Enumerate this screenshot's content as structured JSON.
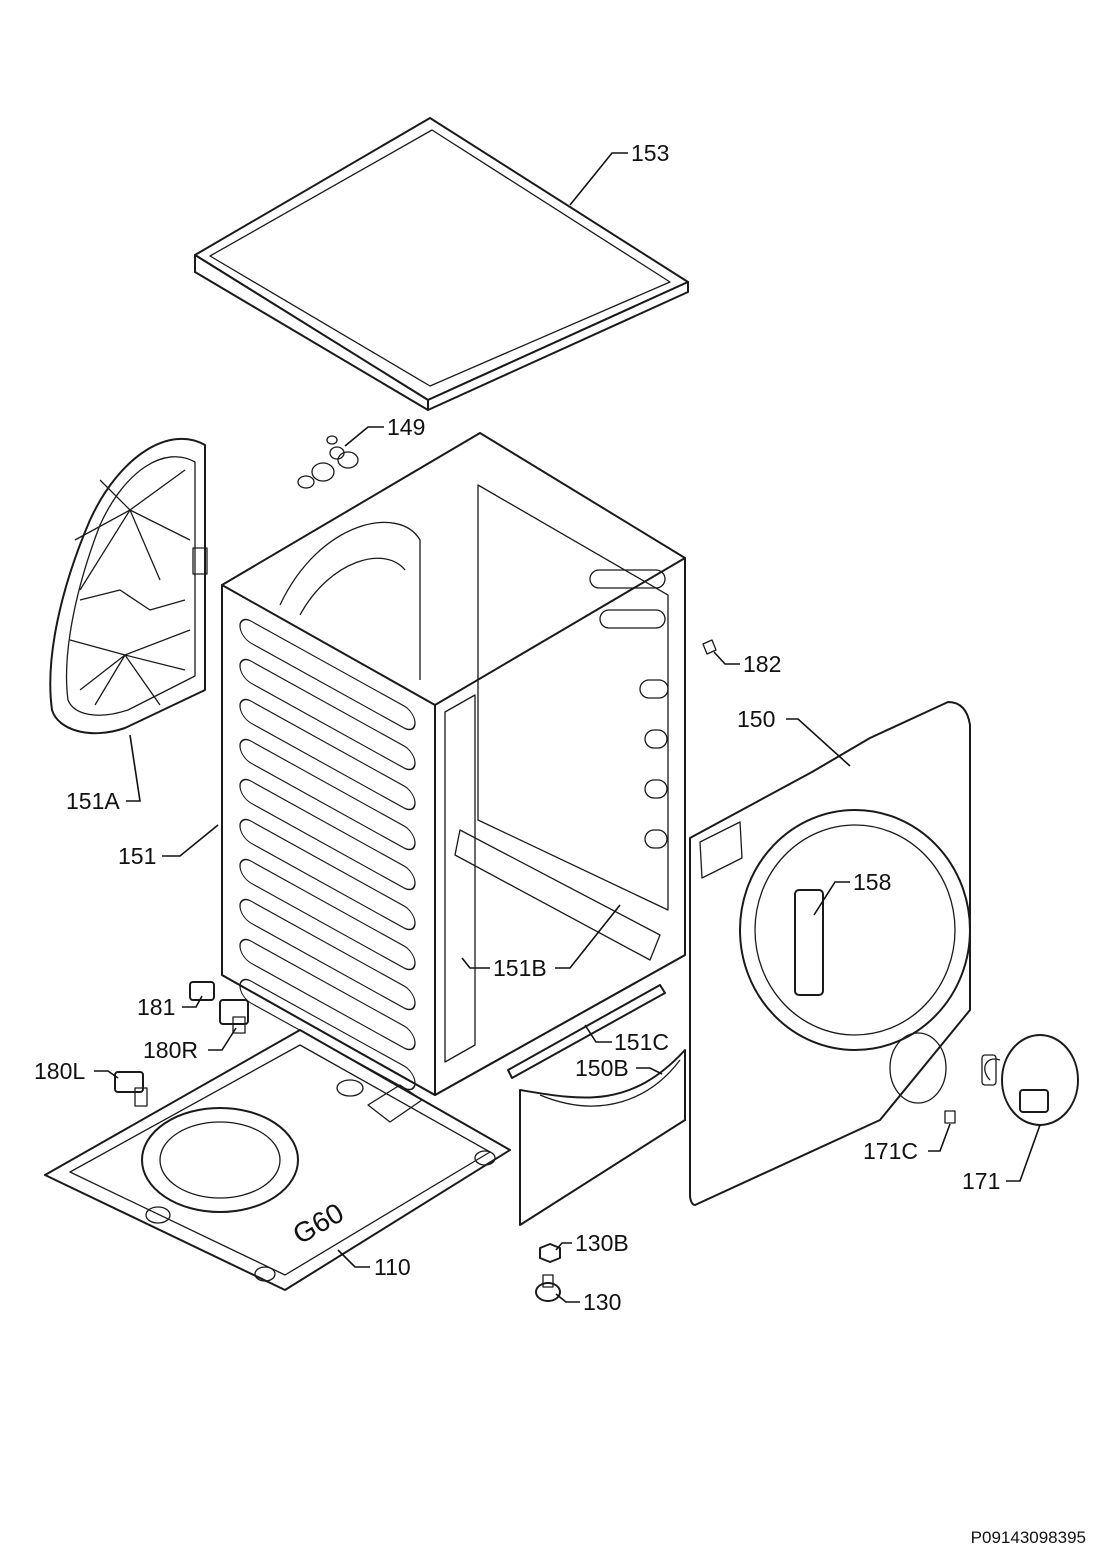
{
  "diagram": {
    "labels": {
      "l153": "153",
      "l149": "149",
      "l182": "182",
      "l150": "150",
      "l151a": "151A",
      "l151": "151",
      "l158": "158",
      "l151b": "151B",
      "l181": "181",
      "l180r": "180R",
      "l151c": "151C",
      "l180l": "180L",
      "l150b": "150B",
      "l171c": "171C",
      "l171": "171",
      "l130b": "130B",
      "l110": "110",
      "l130": "130"
    },
    "logo_text": "G60",
    "document_code": "P09143098395"
  }
}
